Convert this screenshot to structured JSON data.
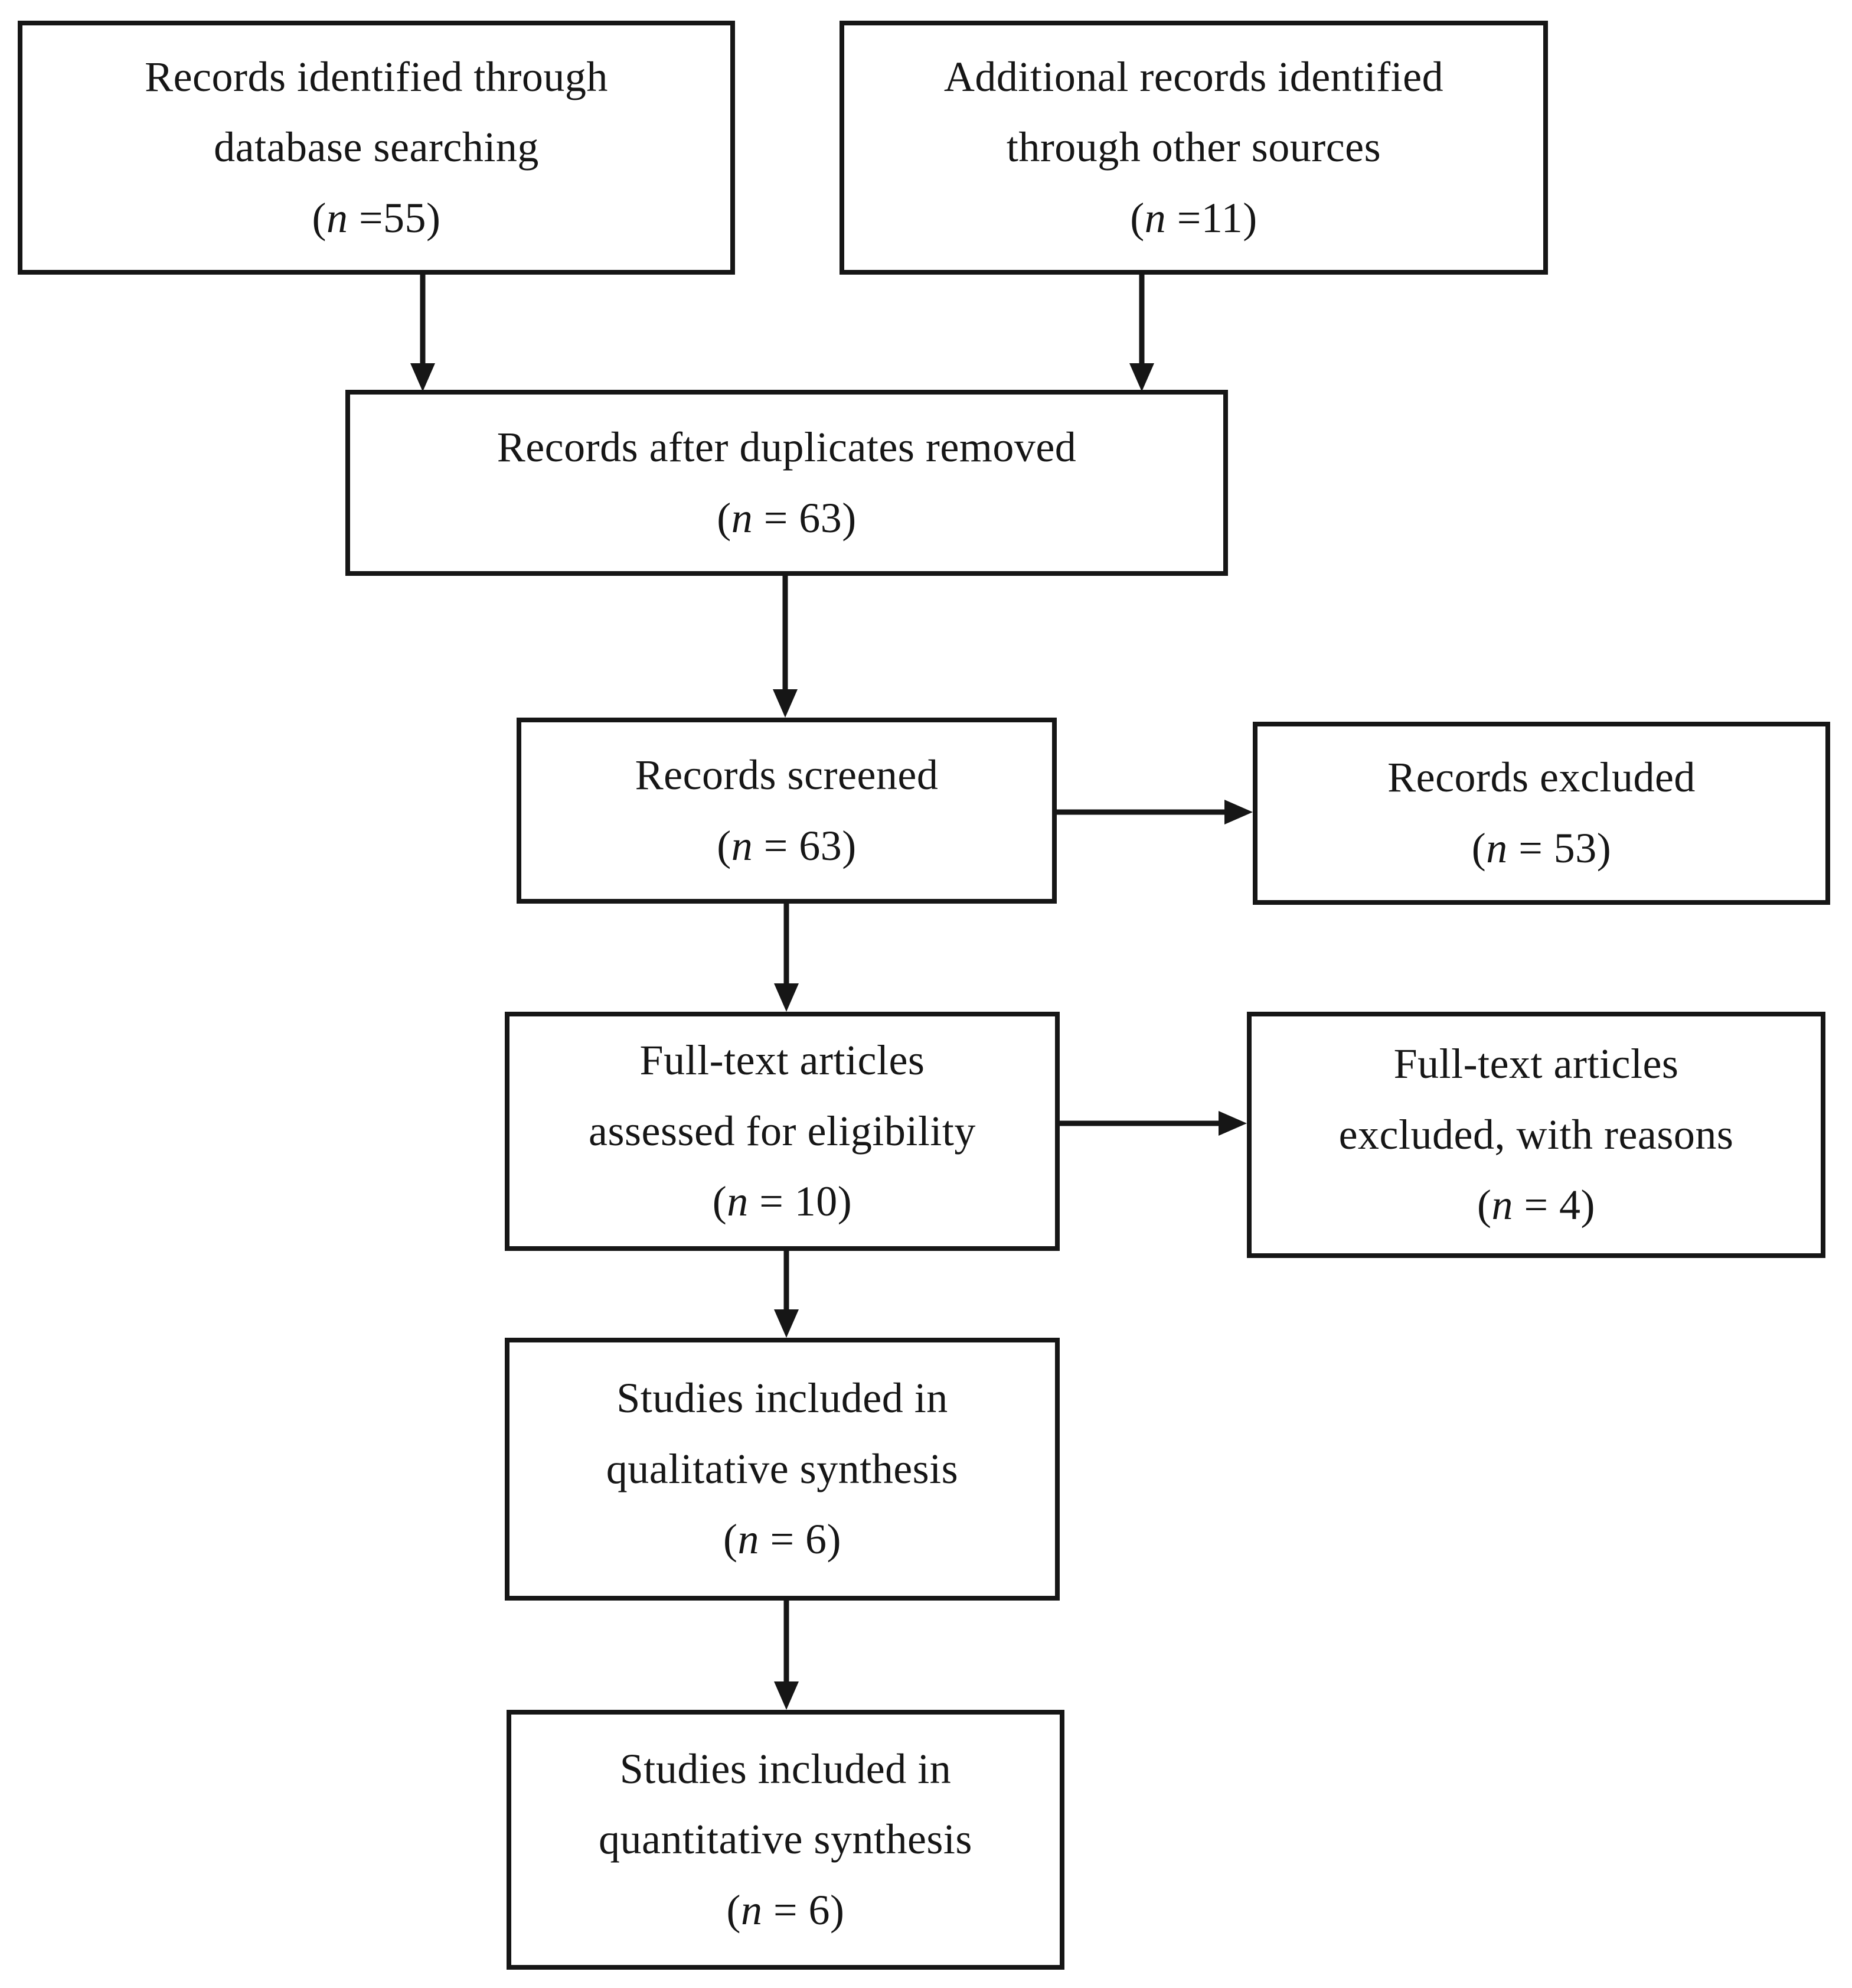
{
  "figure_type": "prisma-flow-diagram",
  "colors": {
    "ink": "#161616",
    "background": "#ffffff"
  },
  "icons": {
    "arrow-down": "css-triangle-down",
    "arrow-right": "css-triangle-right"
  },
  "boxes": {
    "identified_db": {
      "line1": "Records identified through",
      "line2": "database searching",
      "count": {
        "open": "(",
        "n": "n",
        "rest": " =55)"
      },
      "value": 55
    },
    "identified_other": {
      "line1": "Additional records identified",
      "line2": "through other sources",
      "count": {
        "open": "(",
        "n": "n",
        "rest": " =11)"
      },
      "value": 11
    },
    "after_duplicates": {
      "line1": "Records after duplicates removed",
      "count": {
        "open": "(",
        "n": "n",
        "rest": " = 63)"
      },
      "value": 63
    },
    "screened": {
      "line1": "Records screened",
      "count": {
        "open": "(",
        "n": "n",
        "rest": " = 63)"
      },
      "value": 63
    },
    "records_excluded": {
      "line1": "Records excluded",
      "count": {
        "open": "(",
        "n": "n",
        "rest": " = 53)"
      },
      "value": 53
    },
    "fulltext_assessed": {
      "line1": "Full-text articles",
      "line2": "assessed for eligibility",
      "count": {
        "open": "(",
        "n": "n",
        "rest": " = 10)"
      },
      "value": 10
    },
    "fulltext_excluded": {
      "line1": "Full-text articles",
      "line2": "excluded, with reasons",
      "count": {
        "open": "(",
        "n": "n",
        "rest": " = 4)"
      },
      "value": 4
    },
    "qualitative": {
      "line1": "Studies included in",
      "line2": "qualitative synthesis",
      "count": {
        "open": "(",
        "n": "n",
        "rest": " = 6)"
      },
      "value": 6
    },
    "quantitative": {
      "line1": "Studies included in",
      "line2": "quantitative synthesis",
      "count": {
        "open": "(",
        "n": "n",
        "rest": " = 6)"
      },
      "value": 6
    }
  }
}
